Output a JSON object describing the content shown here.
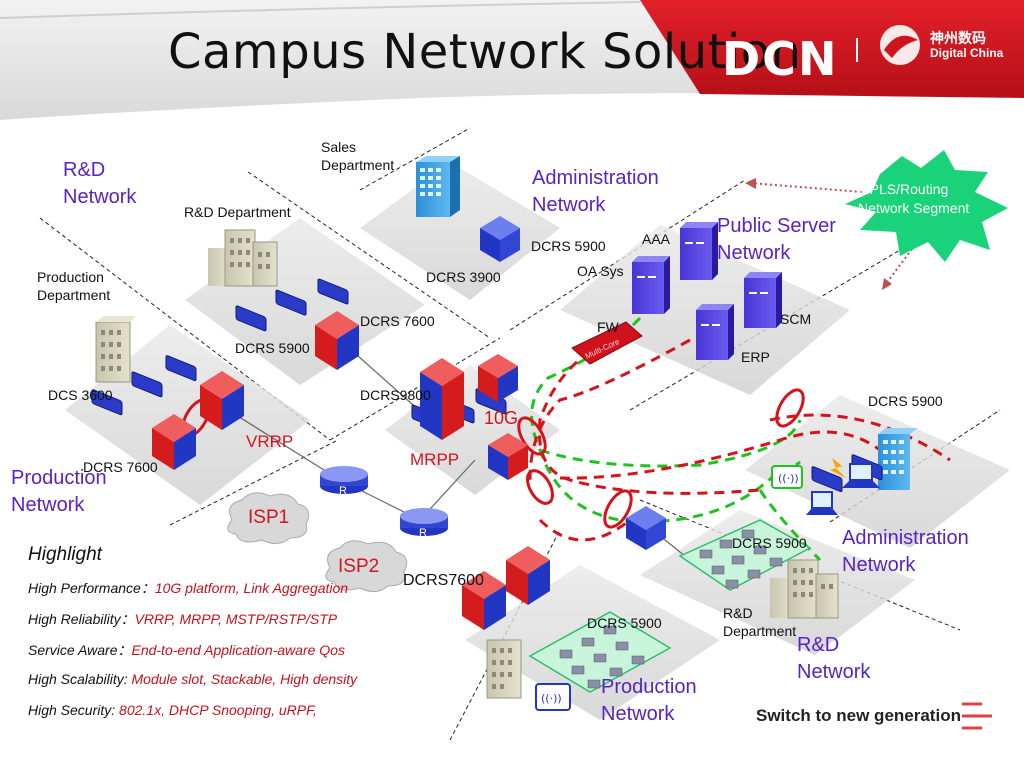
{
  "title": "Campus Network Solution",
  "brand": {
    "logo_text": "DCN",
    "company_cn": "神州数码",
    "company_en": "Digital China"
  },
  "zones": {
    "rd_network_top": "R&D\nNetwork",
    "admin_network_top": "Administration\nNetwork",
    "public_server_network": "Public Server\nNetwork",
    "production_network_left": "Production\nNetwork",
    "admin_network_right": "Administration\nNetwork",
    "rd_network_bottom": "R&D\nNetwork",
    "production_network_bottom": "Production\nNetwork"
  },
  "labels": {
    "sales_department": "Sales\nDepartment",
    "rd_department_top": "R&D Department",
    "production_department": "Production\nDepartment",
    "dcrs_5900_admin": "DCRS 5900",
    "dcrs_3900": "DCRS 3900",
    "dcrs_7600_top": "DCRS 7600",
    "dcrs_5900_rd": "DCRS 5900",
    "dcs_3600": "DCS 3600",
    "dcrs_7600_prod": "DCRS 7600",
    "dcrs9800": "DCRS9800",
    "aaa": "AAA",
    "oa_sys": "OA Sys",
    "fw": "FW",
    "scm": "SCM",
    "erp": "ERP",
    "dcrs_5900_right": "DCRS 5900",
    "dcrs_5900_bottom_right": "DCRS 5900",
    "dcrs7600_bottom": "DCRS7600",
    "dcrs_5900_bottom": "DCRS 5900",
    "rd_department_bottom": "R&D\nDepartment",
    "mpls": "MPLS/Routing\nNetwork Segment",
    "multicore": "Multi-Core",
    "router": "R"
  },
  "protocols": {
    "vrrp": "VRRP",
    "mrpp": "MRPP",
    "tenG": "10G"
  },
  "clouds": {
    "isp1": "ISP1",
    "isp2": "ISP2"
  },
  "highlight": {
    "title": "Highlight",
    "rows": [
      {
        "k": "High Performance：",
        "v": "10G platform, Link Aggregation"
      },
      {
        "k": "High Reliability：",
        "v": "VRRP, MRPP, MSTP/RSTP/STP"
      },
      {
        "k": "Service Aware：",
        "v": "End-to-end Application-aware Qos"
      },
      {
        "k": "High Scalability:  ",
        "v": "Module slot, Stackable, High density"
      },
      {
        "k": "High Security:  ",
        "v": "802.1x, DHCP Snooping, uRPF,"
      }
    ]
  },
  "tagline": "Switch to new generation",
  "colors": {
    "header_red": "#d0141c",
    "zone_purple": "#5a22c4",
    "accent_red": "#d4141c",
    "link_green": "#1fc21f",
    "star_green": "#19d27a"
  }
}
